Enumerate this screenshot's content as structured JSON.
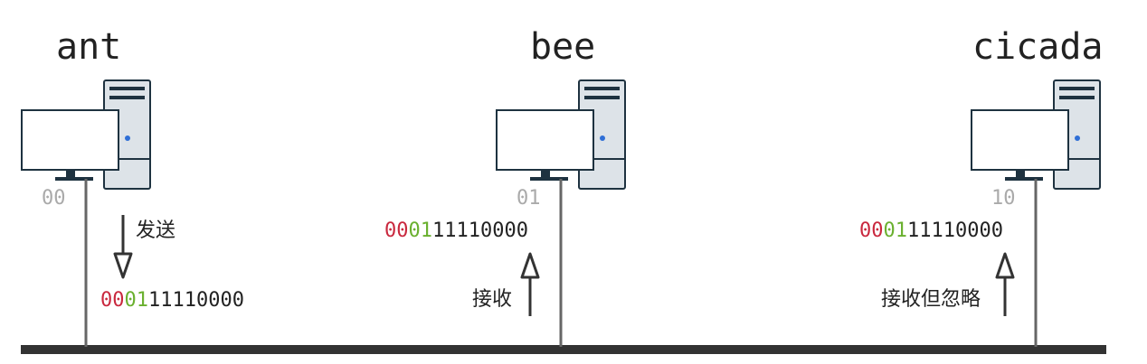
{
  "hosts": [
    {
      "name": "ant",
      "address": "00",
      "action": "发送",
      "frame": {
        "dest": "00",
        "src": "01",
        "payload": "11110000"
      }
    },
    {
      "name": "bee",
      "address": "01",
      "action": "接收",
      "frame": {
        "dest": "00",
        "src": "01",
        "payload": "11110000"
      }
    },
    {
      "name": "cicada",
      "address": "10",
      "action": "接收但忽略",
      "frame": {
        "dest": "00",
        "src": "01",
        "payload": "11110000"
      }
    }
  ],
  "colors": {
    "dest": "#c9283e",
    "src": "#6ab02f",
    "bus": "#333333",
    "wire": "#666666",
    "computer_outline": "#1e3240",
    "tower_fill": "#dde3e8",
    "power_led": "#2f6fd6"
  }
}
